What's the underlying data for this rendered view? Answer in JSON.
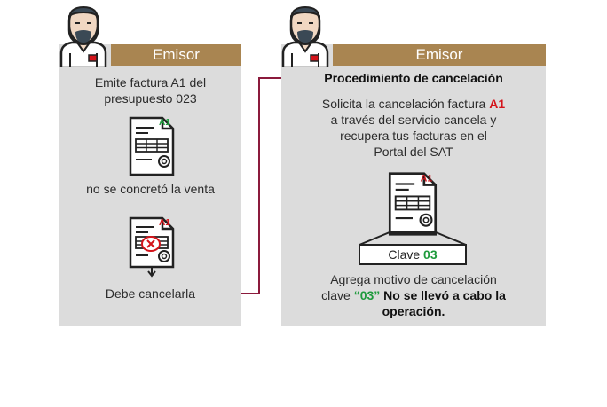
{
  "left_panel": {
    "header": "Emisor",
    "line1": "Emite factura A1 del",
    "line2": "presupuesto 023",
    "doc1_label": "A1",
    "mid_text": "no se concretó la venta",
    "doc2_label": "A1",
    "bottom_text": "Debe cancelarla"
  },
  "right_panel": {
    "header": "Emisor",
    "title": "Procedimiento de cancelación",
    "desc_part1": "Solicita la cancelación factura ",
    "desc_highlight": "A1",
    "desc_line2": "a través del servicio cancela y",
    "desc_line3": "recupera tus facturas en el",
    "desc_line4": "Portal del SAT",
    "doc_label": "A1",
    "clave_label": "Clave ",
    "clave_value": "03",
    "motivo_line1": "Agrega motivo de cancelación",
    "motivo_prefix": "clave ",
    "motivo_code": "“03”",
    "motivo_bold1": " No se llevó a cabo la",
    "motivo_bold2": "operación."
  },
  "colors": {
    "header_bg": "#a98551",
    "panel_bg": "#dcdcdc",
    "connector": "#8b1a3c",
    "accent_red": "#d4141b",
    "accent_green": "#1e9a3c"
  },
  "icons": [
    "person-icon",
    "invoice-icon",
    "cancel-invoice-icon",
    "down-arrow-icon"
  ]
}
